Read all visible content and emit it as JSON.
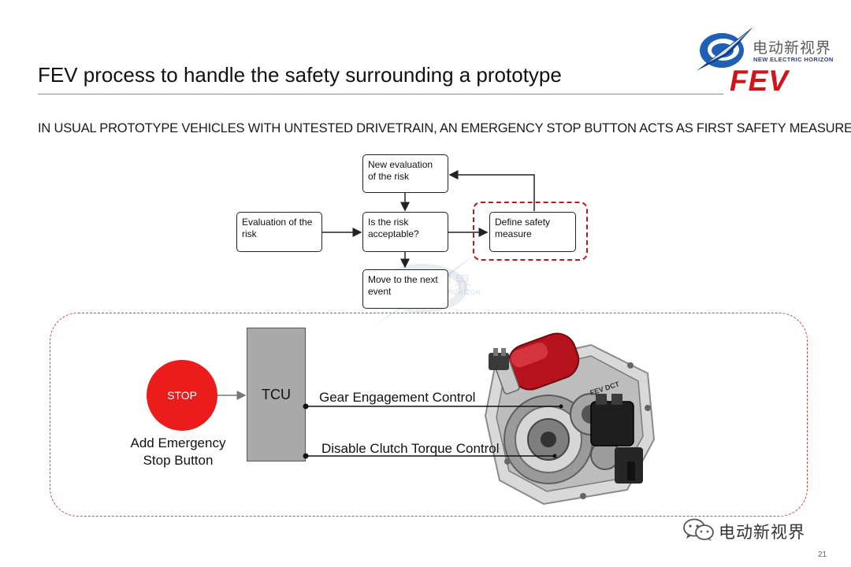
{
  "slide": {
    "title": "FEV process to handle the safety surrounding a prototype",
    "subtitle": "IN USUAL PROTOTYPE VEHICLES WITH UNTESTED DRIVETRAIN, AN EMERGENCY STOP BUTTON ACTS AS FIRST SAFETY MEASURE.",
    "page_number": "21"
  },
  "logo": {
    "brand_zh": "电动新视界",
    "brand_en": "NEW ELECTRIC HORIZON",
    "company": "FEV"
  },
  "flowchart": {
    "evaluation": "Evaluation of the risk",
    "decision": "Is the risk acceptable?",
    "define_measure": "Define safety measure",
    "new_evaluation": "New evaluation of the risk",
    "next_event": "Move to the next event"
  },
  "system": {
    "stop_label": "STOP",
    "stop_caption": "Add Emergency Stop Button",
    "tcu_label": "TCU",
    "control_1": "Gear Engagement Control",
    "control_2": "Disable Clutch Torque Control",
    "transmission_label": "FEV DCT"
  },
  "watermark": {
    "zh": "电动新视界",
    "en": "NEW ELECTRIC HORIZON"
  },
  "footer": {
    "wechat_name": "电动新视界"
  },
  "colors": {
    "accent_red": "#c0171d",
    "stop_red": "#ec1c1c",
    "tcu_gray": "#a9a9a9",
    "logo_blue": "#1f5fb4"
  }
}
